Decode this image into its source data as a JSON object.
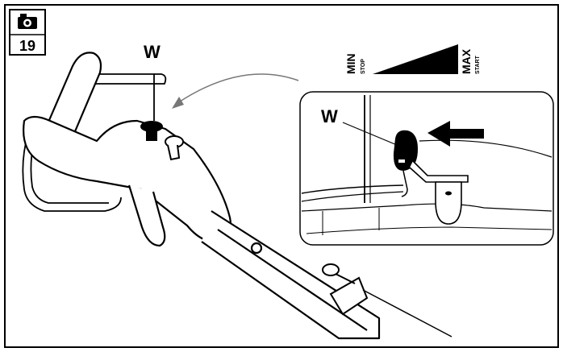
{
  "figure": {
    "step_number": "19",
    "camera_icon": "camera-icon"
  },
  "labels": {
    "part_main": "W",
    "part_detail": "W"
  },
  "throttle": {
    "min_label": "MIN",
    "stop_label": "STOP",
    "max_label": "MAX",
    "start_label": "START"
  }
}
